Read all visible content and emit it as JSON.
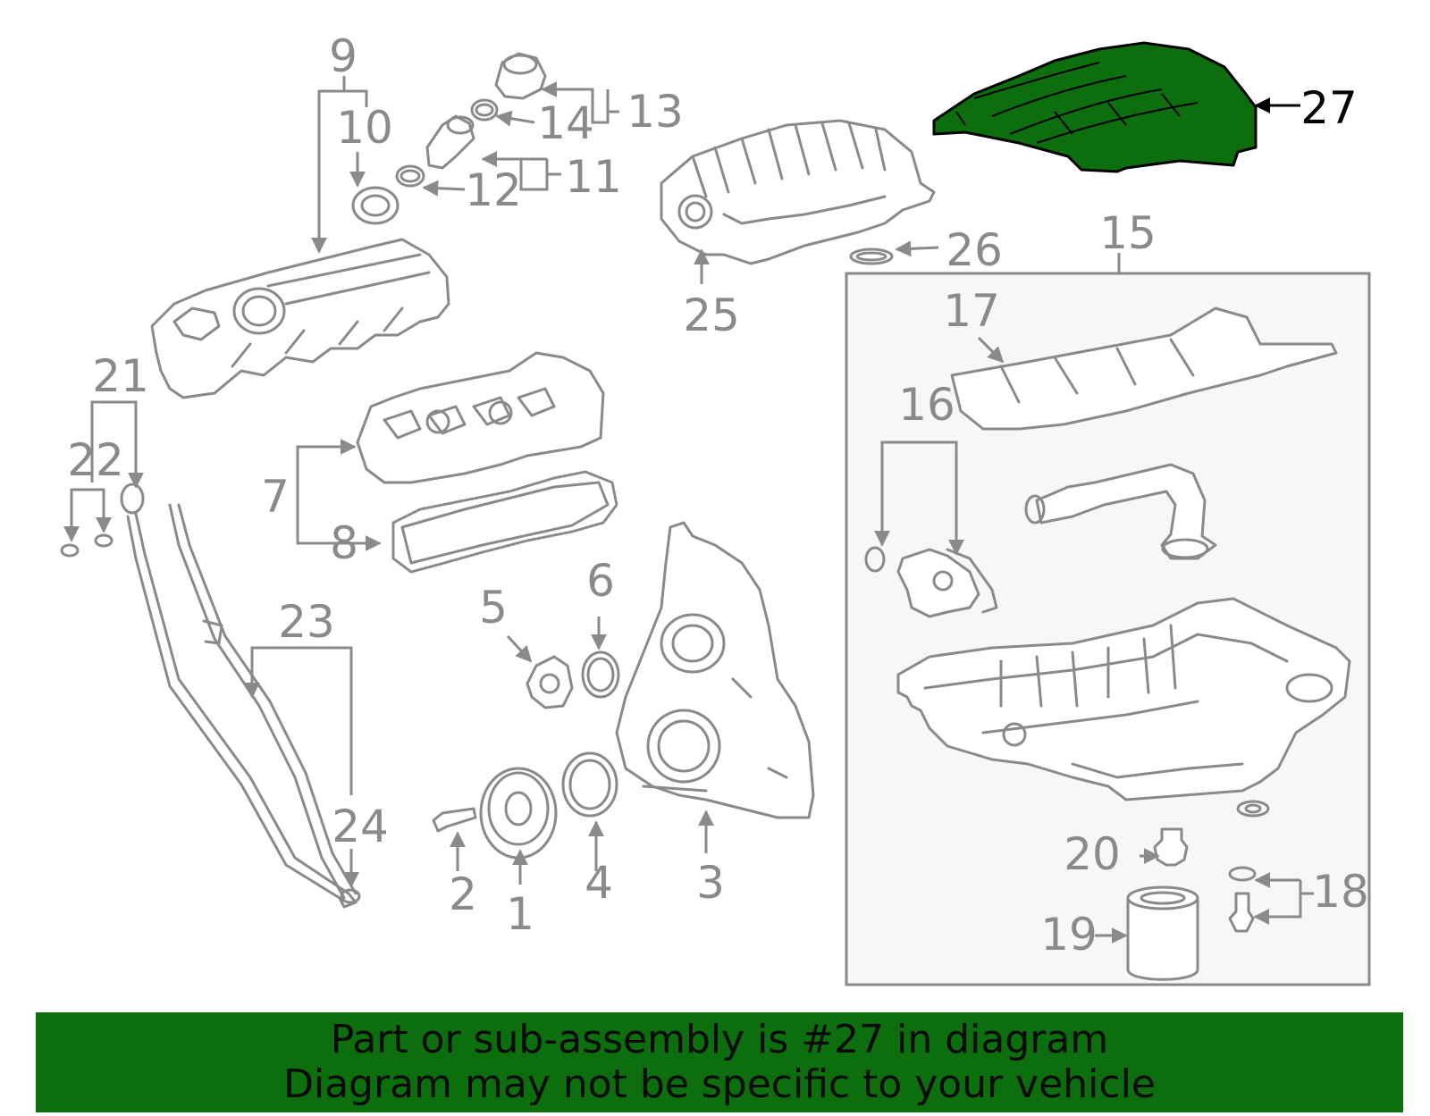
{
  "callouts": [
    "1",
    "2",
    "3",
    "4",
    "5",
    "6",
    "7",
    "8",
    "9",
    "10",
    "11",
    "12",
    "13",
    "14",
    "15",
    "16",
    "17",
    "18",
    "19",
    "20",
    "21",
    "22",
    "23",
    "24",
    "25",
    "26",
    "27"
  ],
  "highlighted_callout": "27",
  "highlight_color": "#0d6e0d",
  "banner": {
    "line1": "Part or sub-assembly is #27 in diagram",
    "line2": "Diagram may not be specific to your vehicle",
    "background": "#0d6e0d"
  }
}
